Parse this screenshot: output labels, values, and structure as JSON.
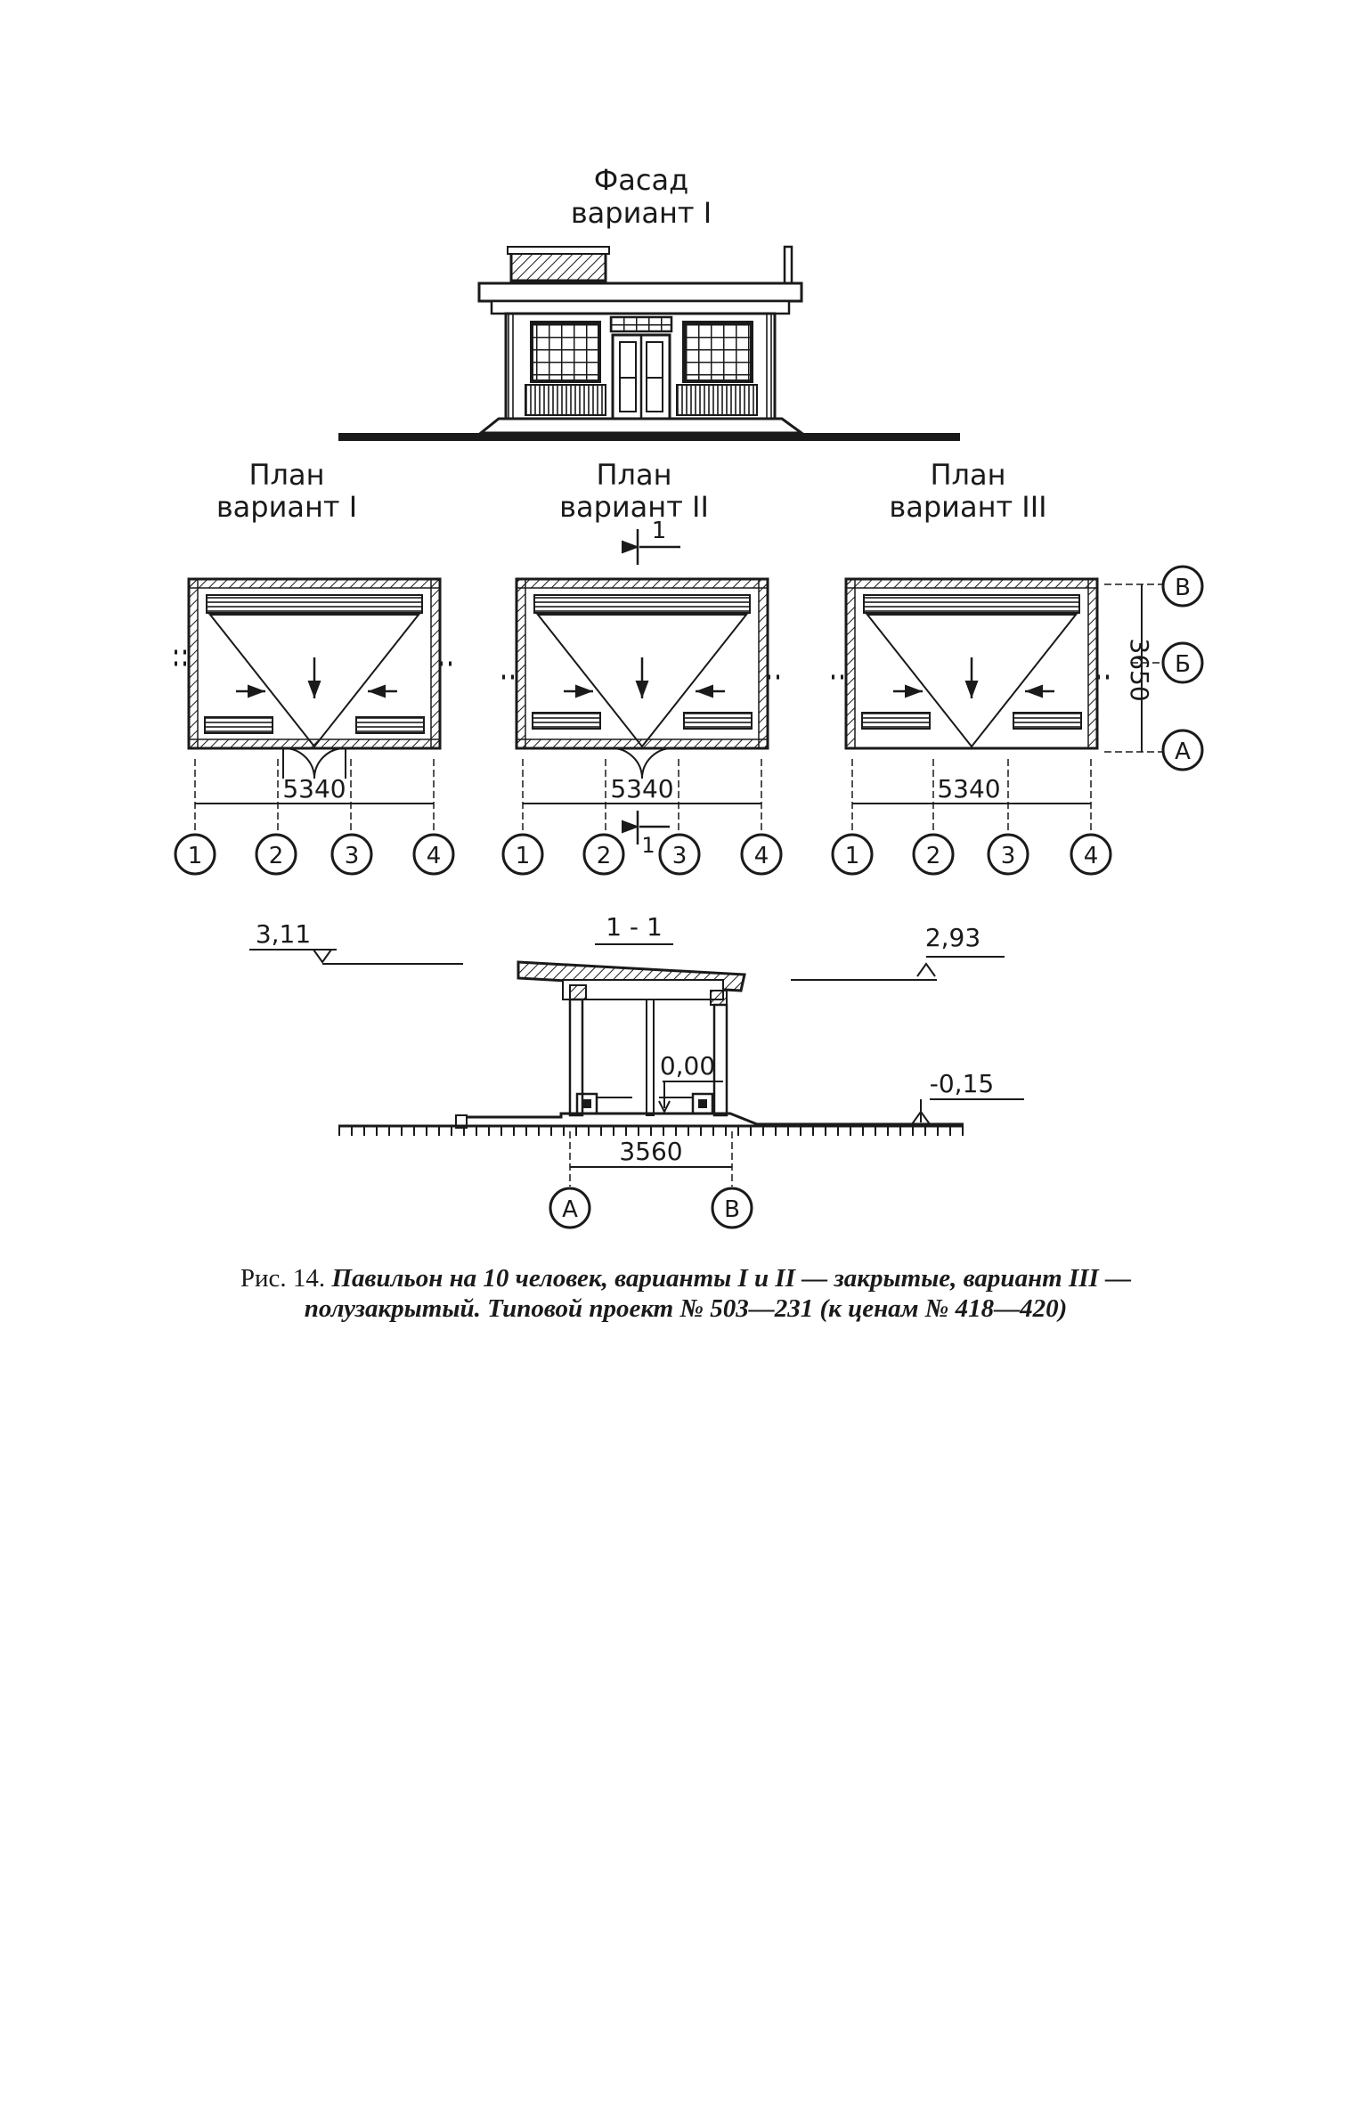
{
  "facade": {
    "title": "Фасад",
    "variant": "вариант I"
  },
  "plans": [
    {
      "title": "План",
      "variant": "вариант I",
      "width_dim": "5340",
      "axes": [
        "1",
        "2",
        "3",
        "4"
      ]
    },
    {
      "title": "План",
      "variant": "вариант II",
      "width_dim": "5340",
      "axes": [
        "1",
        "2",
        "3",
        "4"
      ],
      "section_mark": "1"
    },
    {
      "title": "План",
      "variant": "вариант III",
      "width_dim": "5340",
      "axes": [
        "1",
        "2",
        "3",
        "4"
      ],
      "depth_dim": "3650",
      "row_axes": [
        "В",
        "Б",
        "А"
      ]
    }
  ],
  "section": {
    "title": "1 - 1",
    "level_left": "3,11",
    "level_right": "2,93",
    "level_floor": "0,00",
    "level_ground": "-0,15",
    "depth_dim": "3560",
    "axes": [
      "А",
      "В"
    ]
  },
  "caption": {
    "lead": "Рис. 14.",
    "text": "Павильон на 10 человек, варианты I и II — закрытые, вариант III — полузакрытый. Типовой проект № 503—231 (к ценам № 418—420)"
  }
}
